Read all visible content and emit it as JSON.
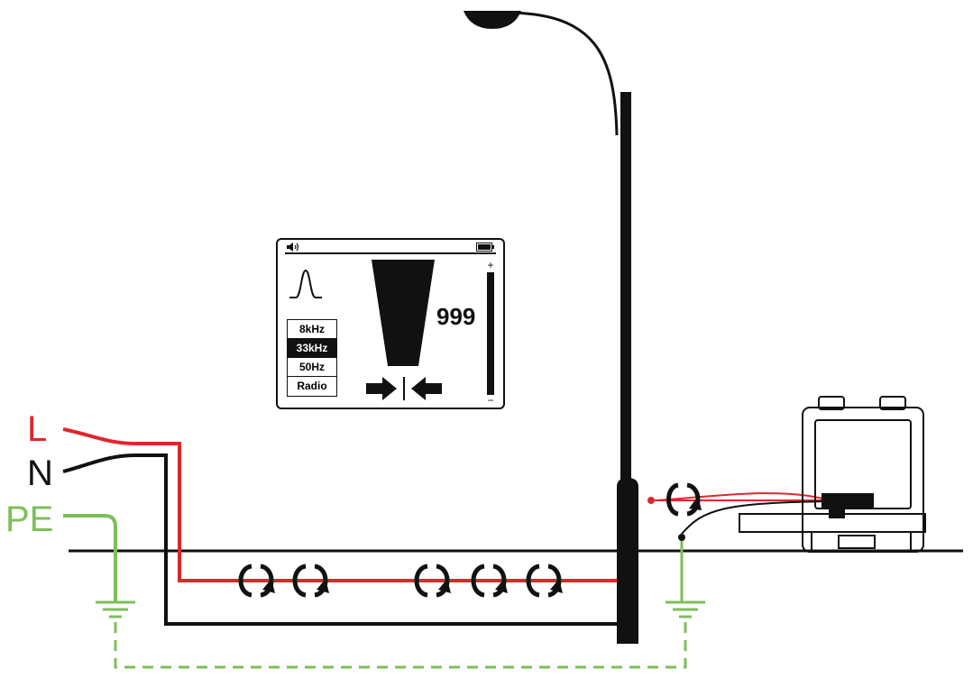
{
  "wires": {
    "live": {
      "label": "L",
      "color": "#e0262d"
    },
    "neutral": {
      "label": "N",
      "color": "#111111"
    },
    "earth": {
      "label": "PE",
      "color": "#7cbf5a"
    }
  },
  "locator_display": {
    "icons": [
      "speaker-icon",
      "battery-icon",
      "peak-response-icon",
      "signal-cone-icon",
      "centering-arrows-icon"
    ],
    "frequencies": [
      "8kHz",
      "33kHz",
      "50Hz",
      "Radio"
    ],
    "selected_frequency": "33kHz",
    "reading": "999",
    "gauge_plus": "+",
    "gauge_minus": "−"
  },
  "scene_icons": [
    "street-lamp-icon",
    "signal-clamp-icon",
    "transmitter-case-icon",
    "ground-symbol-icon"
  ]
}
